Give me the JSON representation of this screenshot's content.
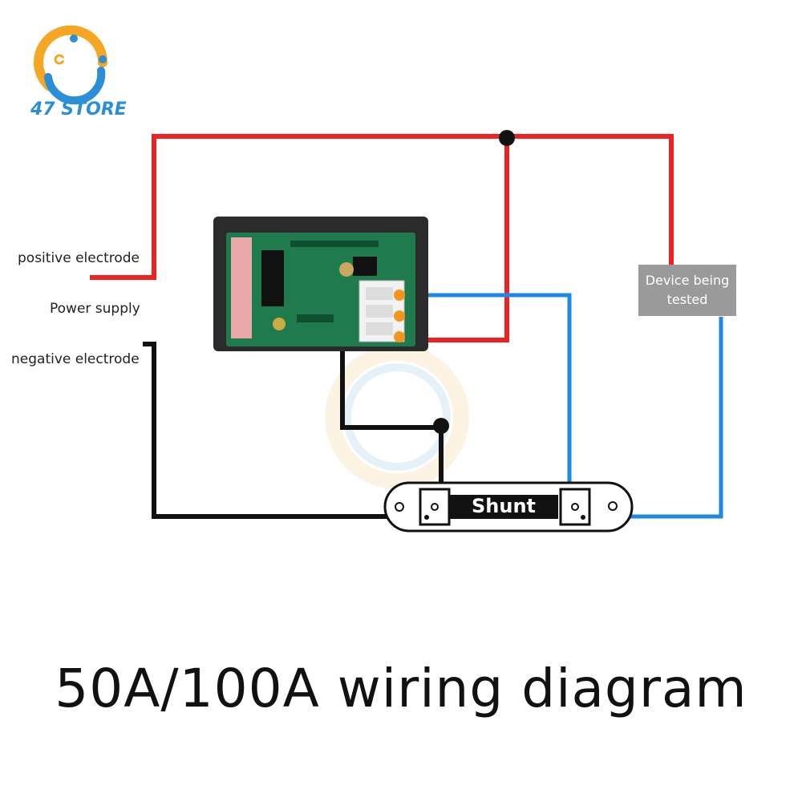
{
  "brand": {
    "name": "47 STORE",
    "logo_colors": [
      "#f5a623",
      "#2a8fd6"
    ]
  },
  "labels": {
    "positive": "positive electrode",
    "power_supply": "Power supply",
    "negative": "negative electrode"
  },
  "device": {
    "text": "Device being tested",
    "color": "#9a9a9a"
  },
  "shunt": {
    "text": "Shunt"
  },
  "wire_colors": {
    "positive": "#ee2222",
    "negative": "#111111",
    "sense": "#1e88e5",
    "terminal": "#f7941d"
  },
  "title": "50A/100A wiring diagram"
}
